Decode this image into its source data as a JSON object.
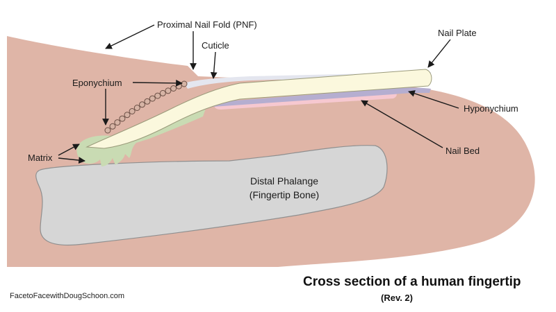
{
  "labels": {
    "proximal_nail_fold": "Proximal Nail Fold (PNF)",
    "cuticle": "Cuticle",
    "nail_plate": "Nail Plate",
    "eponychium": "Eponychium",
    "hyponychium": "Hyponychium",
    "matrix": "Matrix",
    "nail_bed": "Nail Bed",
    "bone_line1": "Distal Phalange",
    "bone_line2": "(Fingertip Bone)"
  },
  "title": "Cross section of a human fingertip",
  "subtitle": "(Rev. 2)",
  "credit": "FacetoFacewithDougSchoon.com",
  "colors": {
    "skin": "#dfb5a7",
    "bone": "#d6d6d6",
    "nail_plate": "#fbf8dd",
    "matrix": "#c9dbb3",
    "nail_bed": "#f6c8d0",
    "hyponychium": "#b5aed0",
    "cuticle": "#e4e6ef",
    "eponychium": "#d6b4a5"
  }
}
